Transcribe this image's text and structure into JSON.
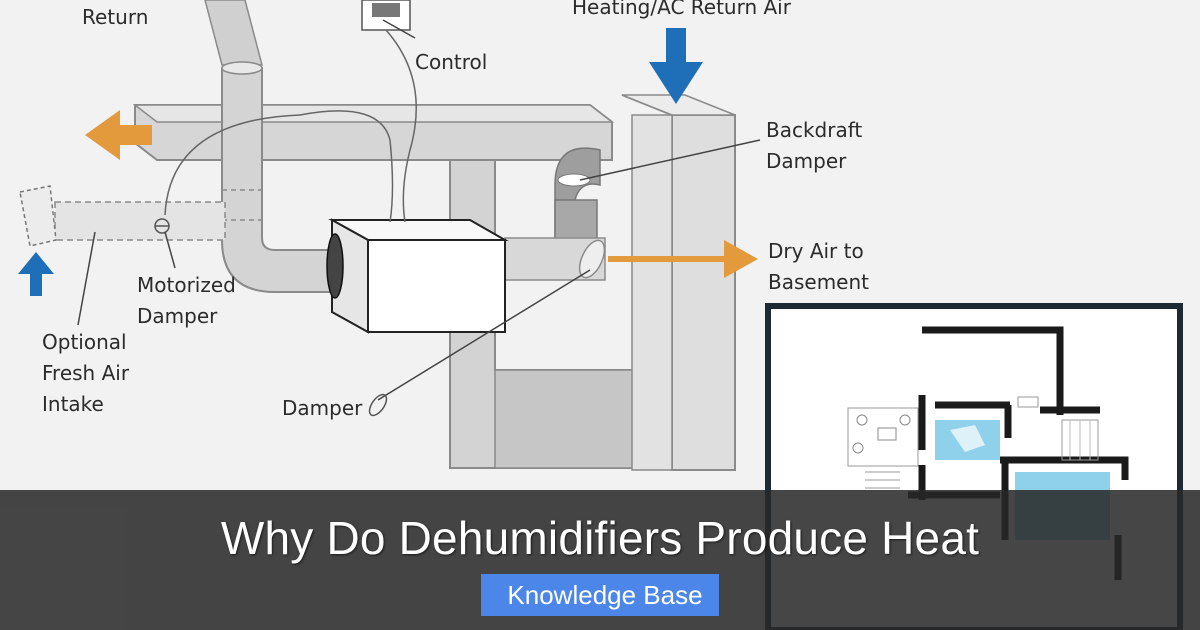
{
  "diagram": {
    "labels": {
      "return": "Return",
      "control": "Control",
      "heating_ac_return_air": "Heating/AC Return Air",
      "backdraft_damper_line1": "Backdraft",
      "backdraft_damper_line2": "Damper",
      "dry_air_line1": "Dry Air to",
      "dry_air_line2": "Basement",
      "motorized_damper_line1": "Motorized",
      "motorized_damper_line2": "Damper",
      "fresh_air_line1": "Optional",
      "fresh_air_line2": "Fresh Air",
      "fresh_air_line3": "Intake",
      "damper": "Damper"
    },
    "colors": {
      "duct_fill": "#d9d9d9",
      "duct_stroke": "#8a8a8a",
      "orange_arrow": "#e39a3c",
      "blue_arrow": "#1f6fb8",
      "floorplan_water": "#8fd0ea",
      "floorplan_wall": "#1a1a1a"
    }
  },
  "banner": {
    "title": "Why Do Dehumidifiers Produce Heat",
    "badge_icon": "book-icon",
    "badge_glyph": "",
    "badge_label": "Knowledge Base",
    "background": "#282828",
    "badge_color": "#4b86e8"
  }
}
